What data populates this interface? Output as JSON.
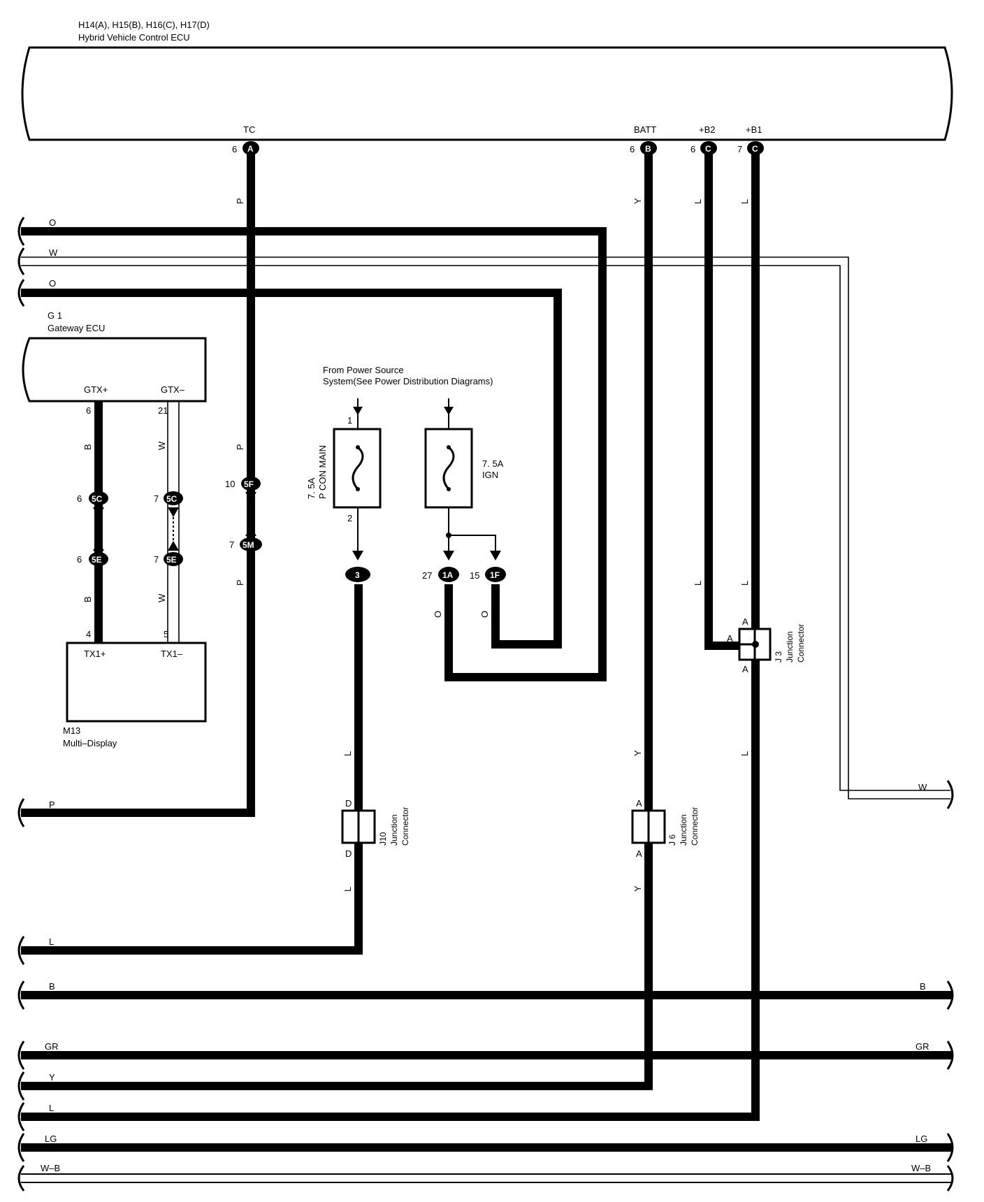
{
  "ecu": {
    "title_line1": "H14(A), H15(B), H16(C), H17(D)",
    "title_line2": "Hybrid Vehicle Control ECU",
    "terminals": [
      {
        "name": "TC",
        "pin": "6",
        "conn": "A"
      },
      {
        "name": "BATT",
        "pin": "6",
        "conn": "B"
      },
      {
        "name": "+B2",
        "pin": "6",
        "conn": "C"
      },
      {
        "name": "+B1",
        "pin": "7",
        "conn": "C"
      }
    ]
  },
  "gateway": {
    "code": "G 1",
    "name": "Gateway ECU",
    "pin_gtx_plus_label": "GTX+",
    "pin_gtx_minus_label": "GTX–",
    "pin_gtx_plus": "6",
    "pin_gtx_minus": "21"
  },
  "display": {
    "code": "M13",
    "name": "Multi–Display",
    "pin_tx1_plus_label": "TX1+",
    "pin_tx1_minus_label": "TX1–",
    "pin_tx1_plus": "4",
    "pin_tx1_minus": "5"
  },
  "power_source": {
    "line1": "From Power Source",
    "line2": "System(See Power Distribution Diagrams)"
  },
  "fuses": {
    "pcon_amp": "7. 5A",
    "pcon_name": "P CON MAIN",
    "pcon_pin_top": "1",
    "pcon_pin_bottom": "2",
    "ign_amp": "7. 5A",
    "ign_name": "IGN"
  },
  "connectors": {
    "c5c_left": {
      "pin": "6",
      "id": "5C"
    },
    "c5c_right": {
      "pin": "7",
      "id": "5C"
    },
    "c5e_left": {
      "pin": "6",
      "id": "5E"
    },
    "c5e_right": {
      "pin": "7",
      "id": "5E"
    },
    "c5f": {
      "pin": "10",
      "id": "5F"
    },
    "c5m": {
      "pin": "7",
      "id": "5M"
    },
    "c3": {
      "id": "3"
    },
    "c1a": {
      "pin": "27",
      "id": "1A"
    },
    "c1f": {
      "pin": "15",
      "id": "1F"
    }
  },
  "junctions": {
    "j3": {
      "code": "J 3",
      "name_line1": "Junction",
      "name_line2": "Connector",
      "pin_top": "A",
      "pin_left": "A",
      "pin_bottom": "A"
    },
    "j10": {
      "code": "J10",
      "name_line1": "Junction",
      "name_line2": "Connector",
      "pin_top": "D",
      "pin_bottom": "D"
    },
    "j6": {
      "code": "J 6",
      "name_line1": "Junction",
      "name_line2": "Connector",
      "pin_top": "A",
      "pin_bottom": "A"
    }
  },
  "wire_colors": {
    "p": "P",
    "y": "Y",
    "l": "L",
    "o": "O",
    "w": "W",
    "b": "B",
    "gr": "GR",
    "lg": "LG",
    "wb": "W–B"
  },
  "bus_lines": {
    "o_top": "O",
    "w_top": "W",
    "o_second": "O",
    "p_left": "P",
    "w_right": "W",
    "l_left": "L",
    "b_left": "B",
    "b_right": "B",
    "gr_left": "GR",
    "gr_right": "GR",
    "y_left": "Y",
    "l_bottom_left": "L",
    "lg_left": "LG",
    "lg_right": "LG",
    "wb_left": "W–B",
    "wb_right": "W–B"
  }
}
